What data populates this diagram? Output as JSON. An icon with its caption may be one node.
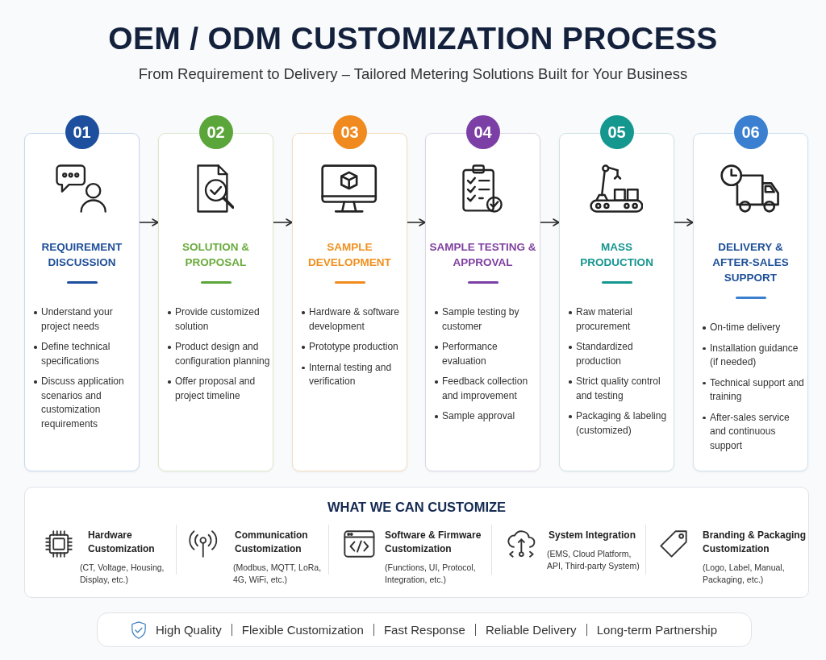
{
  "diagram": {
    "title": "OEM / ODM CUSTOMIZATION PROCESS",
    "nodes": [
      {
        "text": [
          "01"
        ]
      },
      {
        "text": [
          "REQUIREMENT DISCUSSION",
          "Understand your project needs",
          "Define technical specifications",
          "Discuss application scenarios and customization requirements"
        ]
      },
      {
        "text": [
          "02"
        ]
      },
      {
        "text": [
          "SOLUTION & PROPOSAL",
          "Provide customized solution",
          "Product design and configuration planning",
          "Offer proposal and project timeline"
        ]
      },
      {
        "text": [
          "03"
        ]
      },
      {
        "text": [
          "SAMPLE DEVELOPMENT",
          "Hardware & software development",
          "Prototype production",
          "Internal testing and verification"
        ]
      },
      {
        "text": [
          "04"
        ]
      },
      {
        "text": [
          "SAMPLE TESTING & APPROVAL",
          "Sample testing by customer",
          "Performance evaluation",
          "Feedback collection and improvement",
          "Sample approval"
        ]
      },
      {
        "text": [
          "05"
        ]
      },
      {
        "text": [
          "MASS PRODUCTION",
          "Raw material procurement",
          "Standardized production",
          "Strict quality control and testing",
          "Packaging & labeling (customized)"
        ]
      },
      {
        "text": [
          "06"
        ]
      },
      {
        "text": [
          "DELIVERY & AFTER-SALES SUPPORT",
          "On-time delivery",
          "Installation guidance (if needed)",
          "Technical support and training",
          "After-sales service and continuous support"
        ]
      },
      {
        "text": [
          "WHAT WE CAN CUSTOMIZE",
          "Hardware Customization",
          "(CT, Voltage, Housing, Display, etc.)",
          "Communication Customization",
          "(Modbus, MQTT, LoRa, 4G, WiFi, etc.)",
          "Software & Firmware Customization",
          "(Functions, UI, Protocol, Integration, etc.)",
          "System Integration",
          "(EMS, Cloud Platform, API, Third-party System)",
          "Branding & Packaging Customization",
          "(Logo, Label, Manual, Packaging, etc.)"
        ]
      },
      {
        "text": [
          "High Quality",
          "Flexible Customization",
          "Fast Response",
          "Reliable Delivery",
          "Long-term Partnership"
        ]
      }
    ],
    "edges": [
      {
        "from": 1,
        "to": 3,
        "arrow": "to"
      },
      {
        "from": 3,
        "to": 5,
        "arrow": "to"
      },
      {
        "from": 5,
        "to": 7,
        "arrow": "to"
      },
      {
        "from": 7,
        "to": 9,
        "arrow": "to"
      },
      {
        "from": 9,
        "to": 11,
        "arrow": "to"
      }
    ],
    "labels": [
      "From Requirement to Delivery – Tailored Metering Solutions Built for Your Business"
    ]
  }
}
